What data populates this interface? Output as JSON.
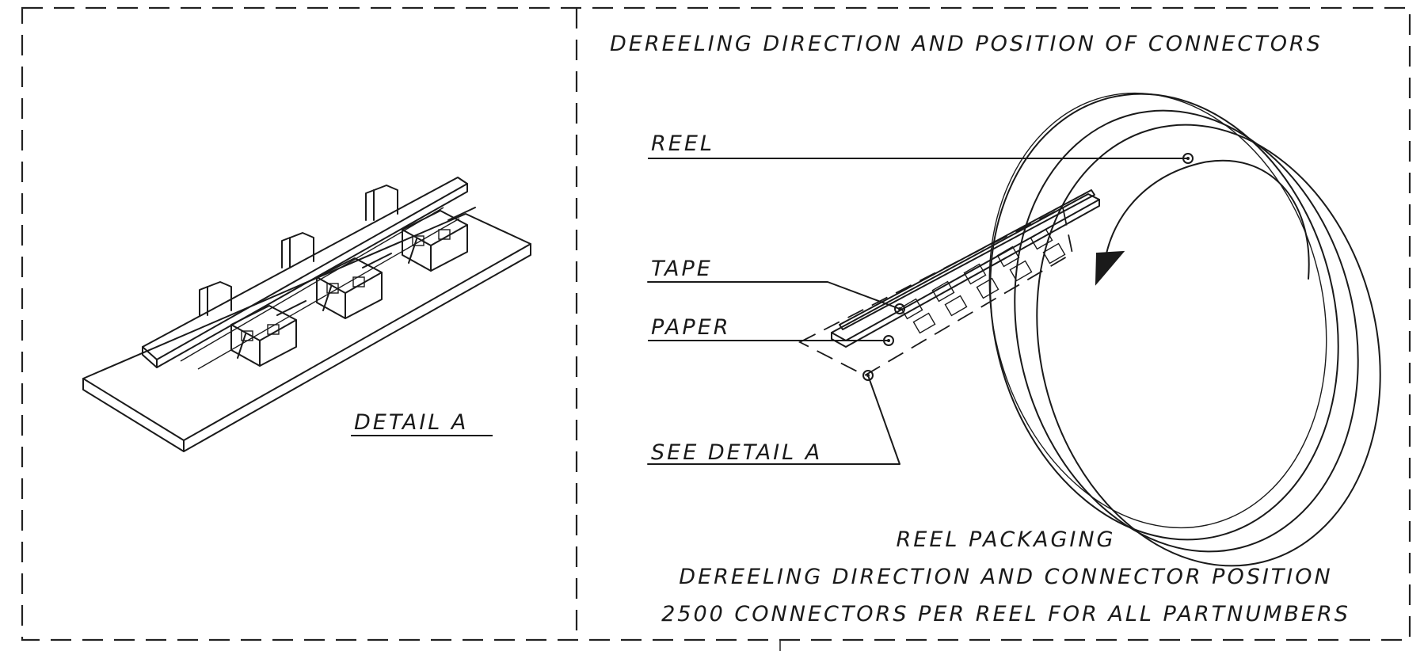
{
  "title": "DEREELING DIRECTION AND POSITION OF CONNECTORS",
  "left_panel": {
    "detail_label": "DETAIL A"
  },
  "callouts": {
    "reel": "REEL",
    "tape": "TAPE",
    "paper": "PAPER",
    "see_detail": "SEE DETAIL A"
  },
  "caption": {
    "line1": "REEL PACKAGING",
    "line2": "DEREELING DIRECTION AND CONNECTOR POSITION",
    "line3": "2500 CONNECTORS PER REEL FOR ALL PARTNUMBERS"
  },
  "colors": {
    "ink": "#1a1a1a",
    "paper": "#ffffff"
  }
}
